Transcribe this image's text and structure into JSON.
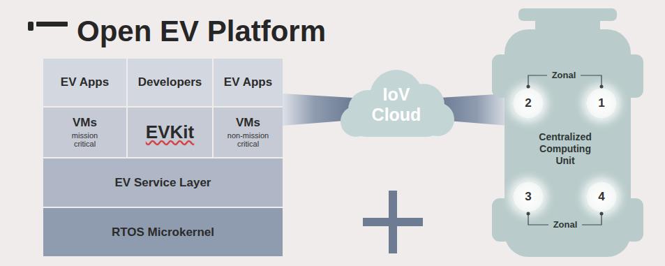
{
  "diagram": {
    "title": "Open EV Platform",
    "nodes": [
      {
        "text": [
          "EV Apps"
        ]
      },
      {
        "text": [
          "Developers"
        ]
      },
      {
        "text": [
          "EV Apps"
        ]
      },
      {
        "text": [
          "VMs",
          "mission critical"
        ]
      },
      {
        "text": [
          "EVKit"
        ]
      },
      {
        "text": [
          "VMs",
          "non-mission critical"
        ]
      },
      {
        "text": [
          "EV Service Layer"
        ]
      },
      {
        "text": [
          "RTOS Microkernel"
        ]
      },
      {
        "text": [
          "IoV Cloud"
        ]
      },
      {
        "text": [
          "Centralized Computing Unit"
        ]
      },
      {
        "text": [
          "2"
        ],
        "in": 9
      },
      {
        "text": [
          "1"
        ],
        "in": 9
      },
      {
        "text": [
          "3"
        ],
        "in": 9
      },
      {
        "text": [
          "4"
        ],
        "in": 9
      }
    ],
    "labels": [
      "Zonal",
      "Zonal"
    ]
  }
}
